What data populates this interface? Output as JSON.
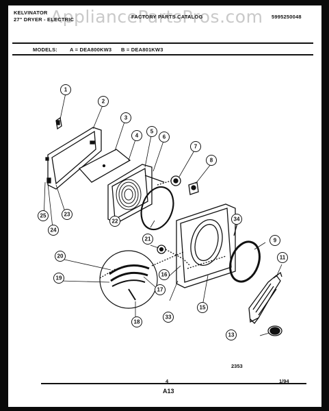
{
  "watermark": "AppliancePartsPros.com",
  "header": {
    "brand": "KELVINATOR",
    "product": "27\" DRYER - ELECTRIC",
    "title": "FACTORY PARTS CATALOG",
    "part_number": "5995250048"
  },
  "models": {
    "label": "MODELS:",
    "model_a": "A = DEA800KW3",
    "model_b": "B = DEA801KW3"
  },
  "diagram": {
    "callouts": [
      "1",
      "2",
      "3",
      "4",
      "5",
      "6",
      "7",
      "8",
      "9",
      "11",
      "13",
      "15",
      "16",
      "17",
      "18",
      "19",
      "20",
      "21",
      "22",
      "23",
      "24",
      "25",
      "33",
      "34"
    ]
  },
  "footer": {
    "drawing_no": "2353",
    "page": "4",
    "section": "A13",
    "date": "1/94"
  }
}
